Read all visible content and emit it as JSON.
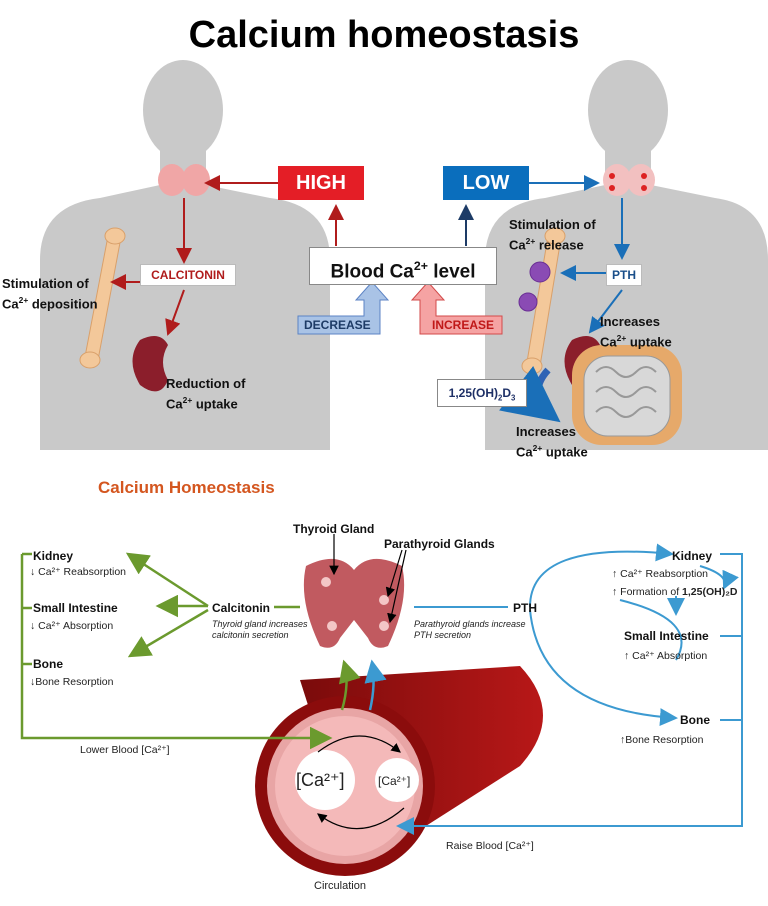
{
  "top": {
    "title": "Calcium homeostasis",
    "high": "HIGH",
    "low": "LOW",
    "blood_level": "Blood Ca",
    "blood_level_sup": "2+",
    "blood_level_tail": " level",
    "decrease": "DECREASE",
    "increase": "INCREASE",
    "calcitonin": "CALCITONIN",
    "pth": "PTH",
    "vitd": "1,25(OH)",
    "vitd_sub": "2",
    "vitd_tail": "D",
    "vitd_sub2": "3",
    "left_stim_1": "Stimulation of",
    "left_stim_2": "Ca",
    "left_stim_sup": "2+",
    "left_stim_3": " deposition",
    "left_red_1": "Reduction of",
    "left_red_2": "Ca",
    "left_red_sup": "2+",
    "left_red_3": " uptake",
    "right_stim_1": "Stimulation of",
    "right_stim_2": "Ca",
    "right_stim_sup": "2+",
    "right_stim_3": " release",
    "right_inc1_1": "Increases",
    "right_inc1_2": "Ca",
    "right_inc1_sup": "2+",
    "right_inc1_3": " uptake",
    "right_inc2_1": "Increases",
    "right_inc2_2": "Ca",
    "right_inc2_sup": "2+",
    "right_inc2_3": " uptake"
  },
  "bottom": {
    "title": "Calcium Homeostasis",
    "thyroid_gland": "Thyroid Gland",
    "parathyroid_glands": "Parathyroid Glands",
    "calcitonin": "Calcitonin",
    "calcitonin_note_1": "Thyroid gland increases",
    "calcitonin_note_2": "calcitonin secretion",
    "pth": "PTH",
    "pth_note_1": "Parathyroid glands increase",
    "pth_note_2": "PTH secretion",
    "left": {
      "kidney": "Kidney",
      "kidney_effect": "Ca²⁺ Reabsorption",
      "intestine": "Small Intestine",
      "intestine_effect": "Ca²⁺ Absorption",
      "bone": "Bone",
      "bone_effect": "Bone Resorption",
      "lower_blood": "Lower Blood [Ca²⁺]"
    },
    "right": {
      "kidney": "Kidney",
      "kidney_effect_1": "Ca²⁺ Reabsorption",
      "kidney_effect_2": "Formation of ",
      "kidney_effect_2b": "1,25(OH)₂D",
      "intestine": "Small Intestine",
      "intestine_effect": "Ca²⁺ Absorption",
      "bone": "Bone",
      "bone_effect": "Bone Resorption",
      "raise_blood": "Raise Blood [Ca²⁺]"
    },
    "ca_big": "[Ca²⁺]",
    "ca_small": "[Ca²⁺]",
    "circulation": "Circulation"
  },
  "colors": {
    "high_red": "#e41e26",
    "low_blue": "#0a6ebd",
    "dark_red_arrow": "#b01c1c",
    "green": "#6b9a2e",
    "blue": "#3c9ad1",
    "orange_title": "#d4561f"
  }
}
